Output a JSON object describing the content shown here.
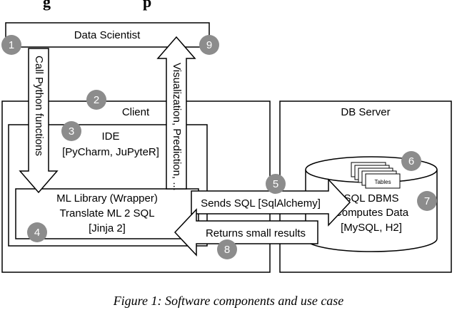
{
  "heading_fragment": "g",
  "heading_fragment_2": "p",
  "data_scientist": "Data Scientist",
  "client": "Client",
  "db_server": "DB Server",
  "ide": {
    "line1": "IDE",
    "line2": "[PyCharm, JuPyteR]"
  },
  "ml_library": {
    "line1": "ML Library (Wrapper)",
    "line2": "Translate ML 2 SQL",
    "line3": "[Jinja 2]"
  },
  "sql_dbms": {
    "line1": "SQL DBMS",
    "line2": "Computes Data",
    "line3": "[MySQL, H2]"
  },
  "tables": "Tables",
  "arrows": {
    "call_python": "Call Python functions",
    "visualization": "Visualization, Prediction, ...",
    "sends_sql": "Sends SQL [SqlAlchemy]",
    "returns": "Returns small results"
  },
  "markers": [
    "1",
    "2",
    "3",
    "4",
    "5",
    "6",
    "7",
    "8",
    "9"
  ],
  "caption": "Figure 1: Software components and use case",
  "colors": {
    "marker_fill": "#8c8c8c",
    "line": "#000000"
  }
}
